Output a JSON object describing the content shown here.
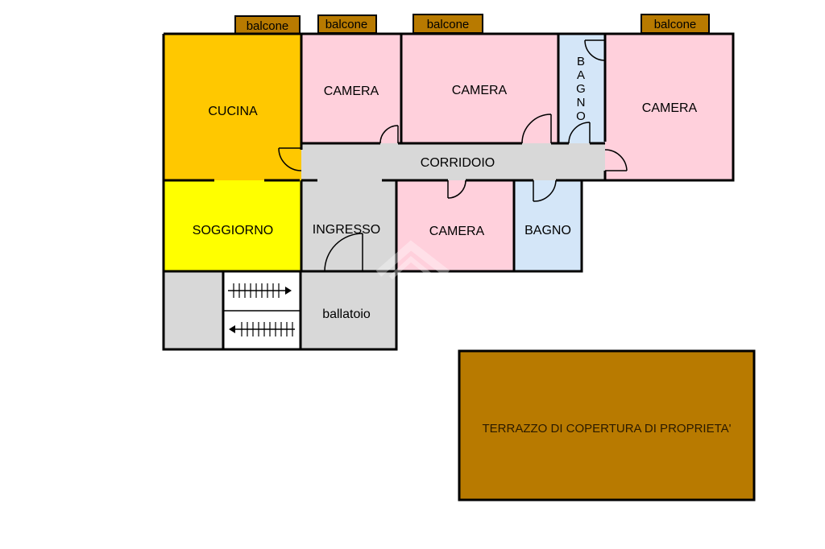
{
  "plan": {
    "rooms": {
      "cucina": "CUCINA",
      "soggiorno": "SOGGIORNO",
      "camera_1": "CAMERA",
      "camera_2": "CAMERA",
      "camera_3": "CAMERA",
      "camera_4": "CAMERA",
      "bagno_vertical": [
        "B",
        "A",
        "G",
        "N",
        "O"
      ],
      "bagno": "BAGNO",
      "corridoio": "CORRIDOIO",
      "ingresso": "INGRESSO",
      "ballatoio": "ballatoio",
      "terrazzo": "TERRAZZO DI COPERTURA DI PROPRIETA'"
    },
    "balconies": [
      "balcone",
      "balcone",
      "balcone",
      "balcone"
    ],
    "colors": {
      "cucina": "#ffc800",
      "soggiorno": "#ffff00",
      "camera": "#ffd0dc",
      "bagno": "#d4e6f8",
      "corridoio": "#d8d8d8",
      "balcone": "#b87a00",
      "terrazzo": "#b87a00",
      "wall": "#000000"
    }
  }
}
